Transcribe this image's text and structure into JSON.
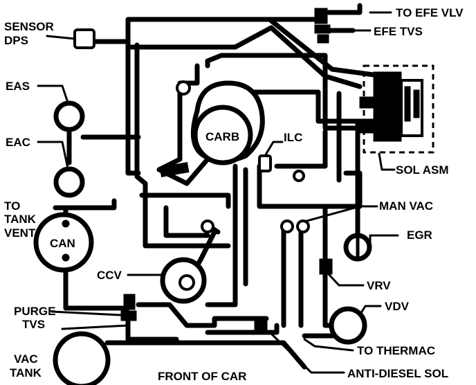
{
  "labels": {
    "to_efe_vlv": "TO EFE VLV",
    "efe_tvs": "EFE TVS",
    "sensor": "SENSOR",
    "dps": "DPS",
    "eas": "EAS",
    "eac": "EAC",
    "carb": "CARB",
    "ilc": "ILC",
    "sol_asm": "SOL ASM",
    "to": "TO",
    "tank": "TANK",
    "vent": "VENT",
    "can": "CAN",
    "man_vac": "MAN VAC",
    "egr": "EGR",
    "ccv": "CCV",
    "vrv": "VRV",
    "purge": "PURGE",
    "tvs": "TVS",
    "vdv": "VDV",
    "to_thermac": "TO THERMAC",
    "vac": "VAC",
    "vac_tank": "TANK",
    "front_of_car": "FRONT OF CAR",
    "anti_diesel_sol": "ANTI-DIESEL SOL"
  }
}
